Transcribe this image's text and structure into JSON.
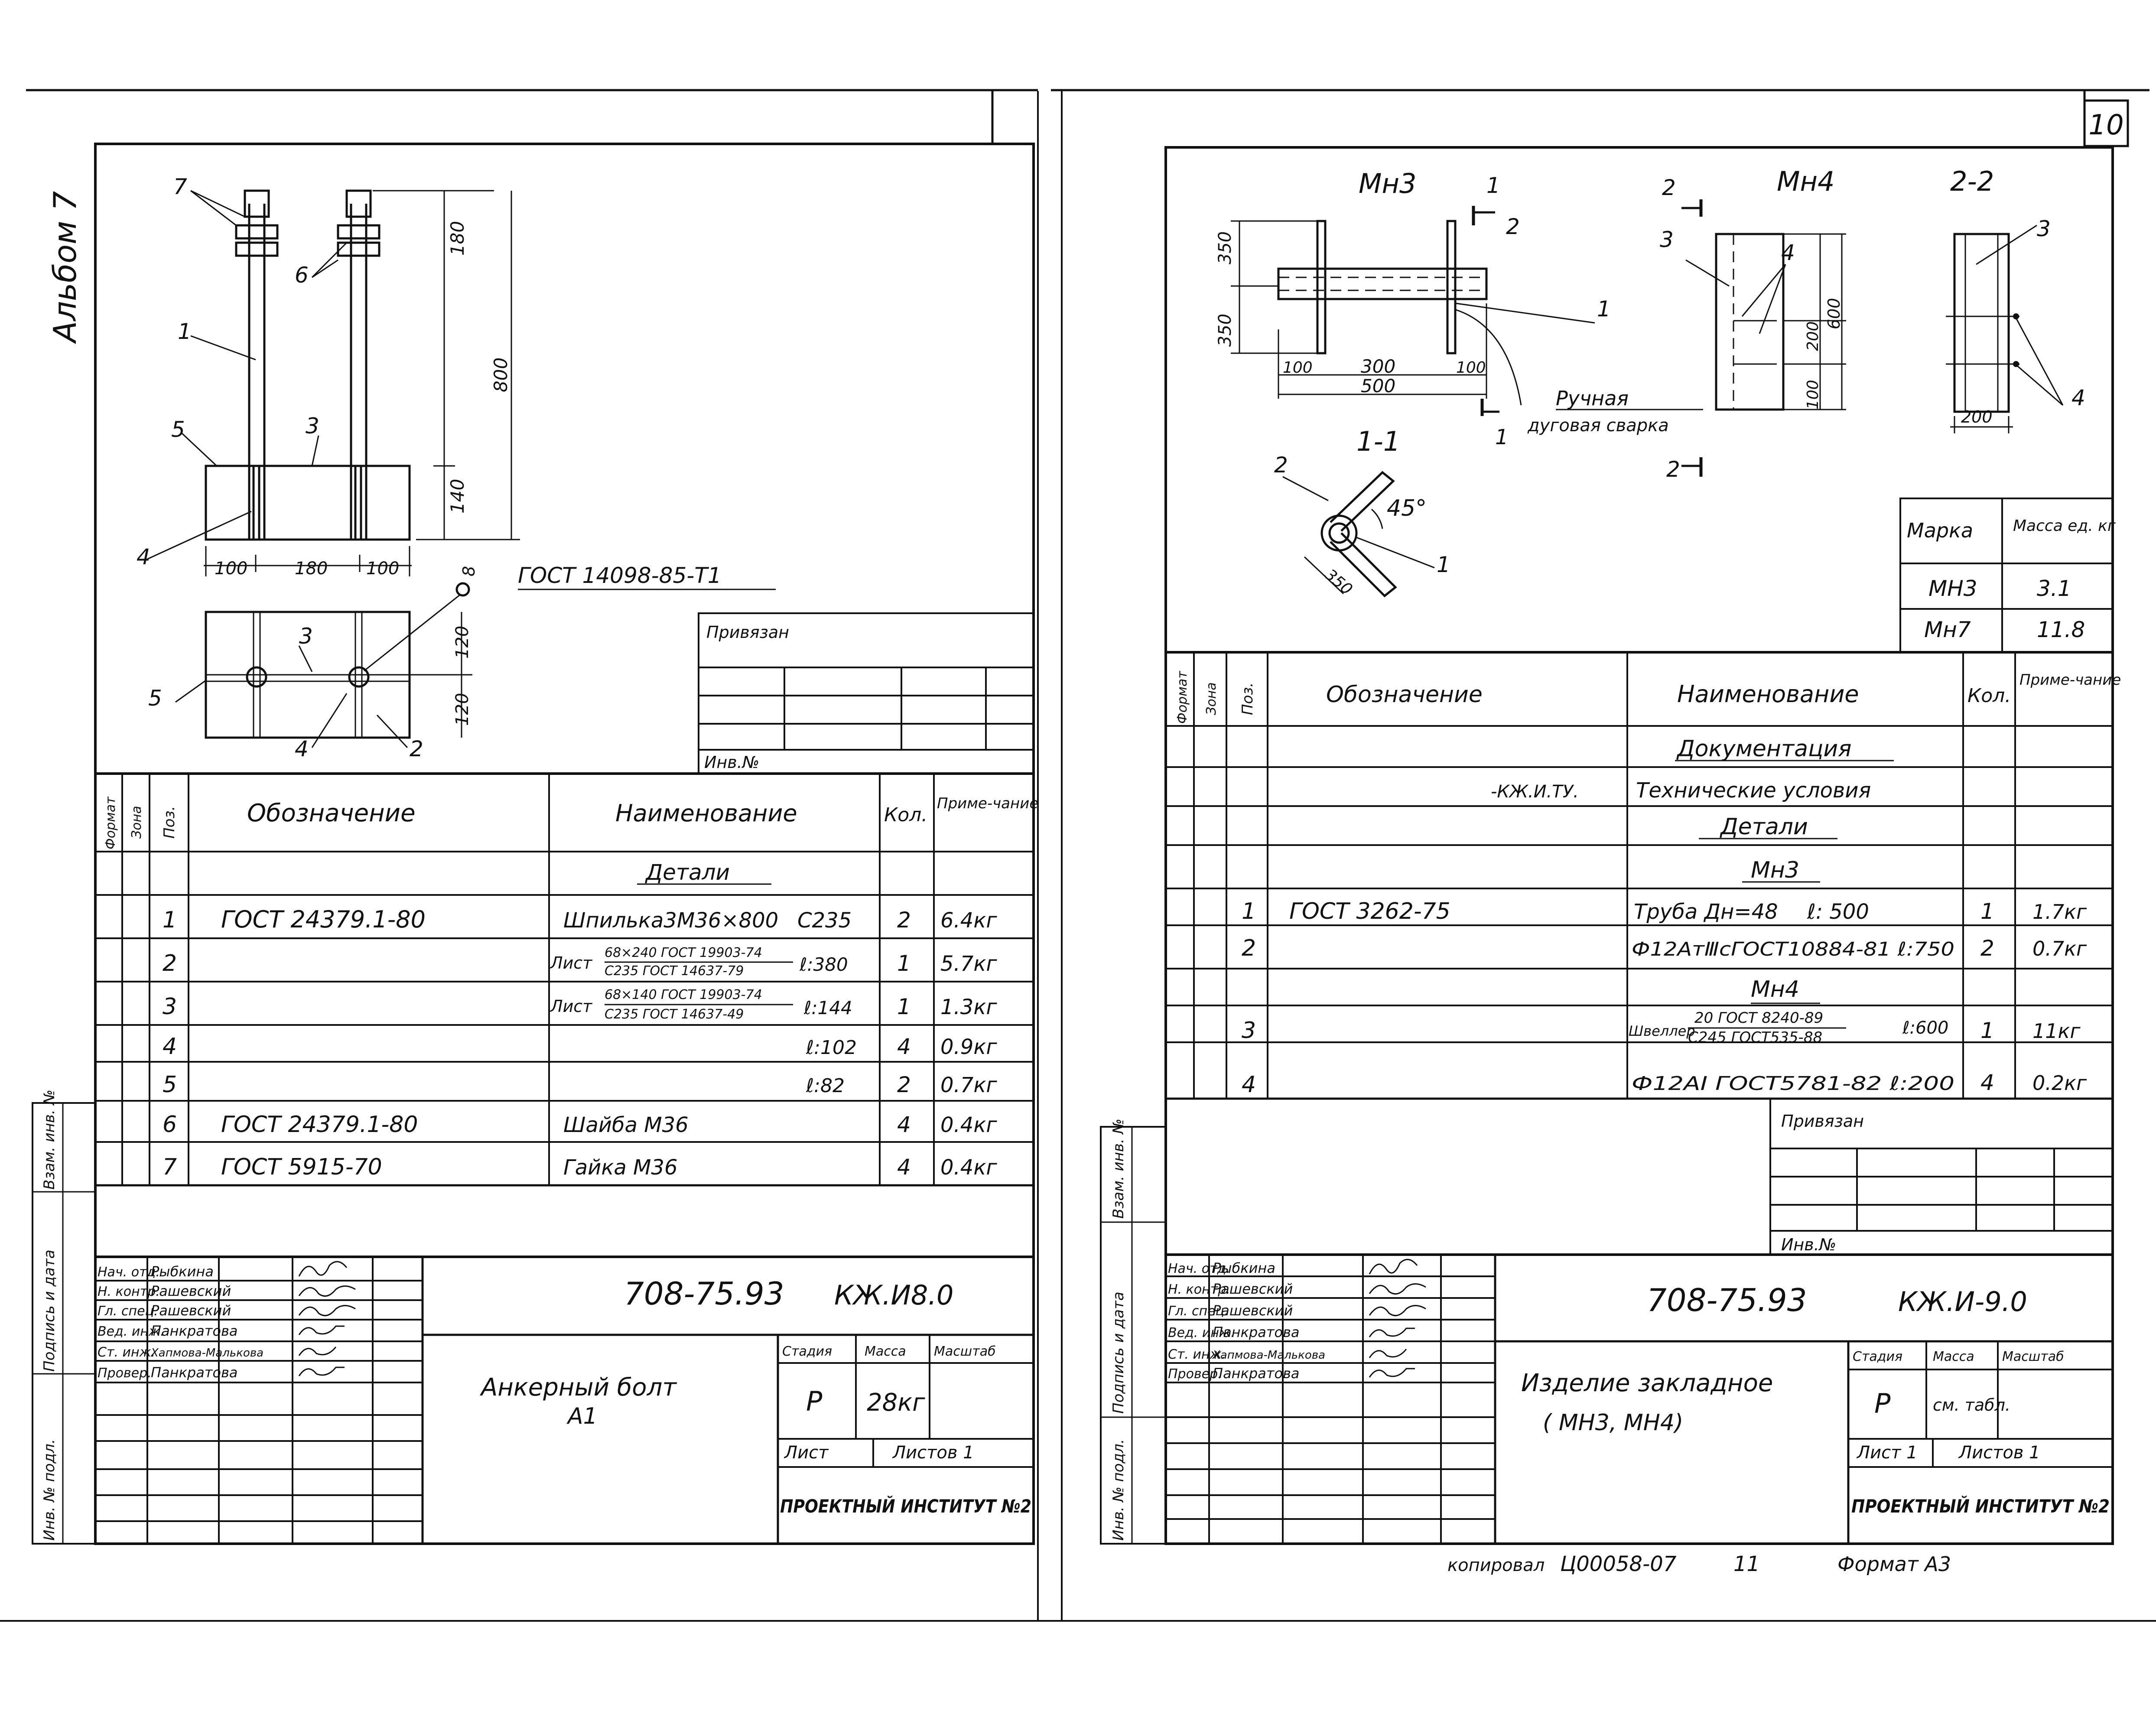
{
  "page_number": "10",
  "album_label": "Альбом 7",
  "copy_note": {
    "copied": "копировал",
    "code": "Ц00058-07",
    "num": "11",
    "format": "Формат А3"
  },
  "side_stamp": [
    "Инв. № подл.",
    "Подпись и дата",
    "Взам. инв. №"
  ],
  "left_sheet": {
    "dims": {
      "d180": "180",
      "d800": "800",
      "d140": "140",
      "d100a": "100",
      "d180b": "180",
      "d100b": "100",
      "d120a": "120",
      "d120b": "120",
      "d8": "8"
    },
    "gost_note": "ГОСТ 14098-85-Т1",
    "leaders": [
      "7",
      "6",
      "1",
      "5",
      "3",
      "4",
      "3",
      "5",
      "4",
      "2"
    ],
    "privyazan": "Привязан",
    "inv_no": "Инв.№",
    "table_header": [
      "Формат",
      "Зона",
      "Поз.",
      "Обозначение",
      "Наименование",
      "Кол.",
      "Приме-чание"
    ],
    "section": "Детали",
    "rows": [
      {
        "pos": "1",
        "oboz": "ГОСТ 24379.1-80",
        "name": "Шпилька3М36×800",
        "ext": "С235",
        "kol": "2",
        "prim": "6.4кг"
      },
      {
        "pos": "2",
        "oboz": "",
        "name": "Лист",
        "frac_top": "68×240 ГОСТ 19903-74",
        "frac_bot": "С235 ГОСТ 14637-79",
        "ext": "ℓ:380",
        "kol": "1",
        "prim": "5.7кг"
      },
      {
        "pos": "3",
        "oboz": "",
        "name": "Лист",
        "frac_top": "68×140 ГОСТ 19903-74",
        "frac_bot": "С235 ГОСТ 14637-49",
        "ext": "ℓ:144",
        "kol": "1",
        "prim": "1.3кг"
      },
      {
        "pos": "4",
        "oboz": "",
        "name": "",
        "ext": "ℓ:102",
        "kol": "4",
        "prim": "0.9кг"
      },
      {
        "pos": "5",
        "oboz": "",
        "name": "",
        "ext": "ℓ:82",
        "kol": "2",
        "prim": "0.7кг"
      },
      {
        "pos": "6",
        "oboz": "ГОСТ 24379.1-80",
        "name": "Шайба  М36",
        "ext": "",
        "kol": "4",
        "prim": "0.4кг"
      },
      {
        "pos": "7",
        "oboz": "ГОСТ 5915-70",
        "name": "Гайка  М36",
        "ext": "",
        "kol": "4",
        "prim": "0.4кг"
      }
    ],
    "title_block": {
      "roles": [
        "Нач. отд.",
        "Н. контр.",
        "Гл. спец.",
        "Вед. инж.",
        "Ст. инж.",
        "Провер."
      ],
      "names": [
        "Рыбкина",
        "Рашевский",
        "Рашевский",
        "Панкратова",
        "Хапмова-Малькова",
        "Панкратова"
      ],
      "doc_code": "708-75.93",
      "doc_suffix": "КЖ.И8.0",
      "title_line1": "Анкерный  болт",
      "title_line2": "А1",
      "stage_h": "Стадия",
      "mass_h": "Масса",
      "scale_h": "Масштаб",
      "stage": "Р",
      "mass": "28кг",
      "list_h": "Лист",
      "lists_h": "Листов 1",
      "org": "ПРОЕКТНЫЙ ИНСТИТУТ №2"
    }
  },
  "right_sheet": {
    "view_mn3": "Мн3",
    "view_mn4": "Мн4",
    "view_22": "2-2",
    "view_11": "1-1",
    "dims": {
      "d350a": "350",
      "d350b": "350",
      "d100a": "100",
      "d300": "300",
      "d100b": "100",
      "d500": "500",
      "d200a": "200",
      "d600": "600",
      "d100c": "100",
      "d200b": "200",
      "d350c": "350",
      "angle": "45°"
    },
    "weld_note_1": "Ручная",
    "weld_note_2": "дуговая сварка",
    "section_marks": [
      "1",
      "1",
      "2",
      "2"
    ],
    "leaders": [
      "2",
      "1",
      "3",
      "4",
      "3",
      "4",
      "2",
      "1"
    ],
    "mass_table": {
      "h_mark": "Марка",
      "h_mass": "Масса ед. кг",
      "rows": [
        {
          "mark": "МН3",
          "mass": "3.1"
        },
        {
          "mark": "Мн7",
          "mass": "11.8"
        }
      ]
    },
    "table_header": [
      "Формат",
      "Зона",
      "Поз.",
      "Обозначение",
      "Наименование",
      "Кол.",
      "Приме-чание"
    ],
    "sections": {
      "docs": "Документация",
      "details": "Детали",
      "mn3": "Мн3",
      "mn4": "Мн4"
    },
    "doc_row": {
      "oboz": "-КЖ.И.ТУ.",
      "name": "Технические условия"
    },
    "rows": [
      {
        "pos": "1",
        "oboz": "ГОСТ 3262-75",
        "name": "Труба Дн=48",
        "ext": "ℓ: 500",
        "kol": "1",
        "prim": "1.7кг"
      },
      {
        "pos": "2",
        "oboz": "",
        "name": "Ф12АтⅢсГОСТ10884-81 ℓ:750",
        "ext": "",
        "kol": "2",
        "prim": "0.7кг"
      },
      {
        "pos": "3",
        "oboz": "",
        "name": "Швеллер",
        "frac_top": "20 ГОСТ 8240-89",
        "frac_bot": "С245 ГОСТ535-88",
        "ext": "ℓ:600",
        "kol": "1",
        "prim": "11кг"
      },
      {
        "pos": "4",
        "oboz": "",
        "name": "Ф12АI ГОСТ5781-82 ℓ:200",
        "ext": "",
        "kol": "4",
        "prim": "0.2кг"
      }
    ],
    "privyazan": "Привязан",
    "inv_no": "Инв.№",
    "title_block": {
      "roles": [
        "Нач. отд.",
        "Н. контр.",
        "Гл. спец.",
        "Вед. инж.",
        "Ст. инж.",
        "Провер."
      ],
      "names": [
        "Рыбкина",
        "Рашевский",
        "Рашевский",
        "Панкратова",
        "Хапмова-Малькова",
        "Панкратова"
      ],
      "doc_code": "708-75.93",
      "doc_suffix": "КЖ.И-9.0",
      "title_line1": "Изделие  закладное",
      "title_line2": "( МН3,   МН4)",
      "stage_h": "Стадия",
      "mass_h": "Масса",
      "scale_h": "Масштаб",
      "stage": "Р",
      "mass": "см. табл.",
      "list_h": "Лист 1",
      "lists_h": "Листов 1",
      "org": "ПРОЕКТНЫЙ ИНСТИТУТ №2"
    }
  }
}
